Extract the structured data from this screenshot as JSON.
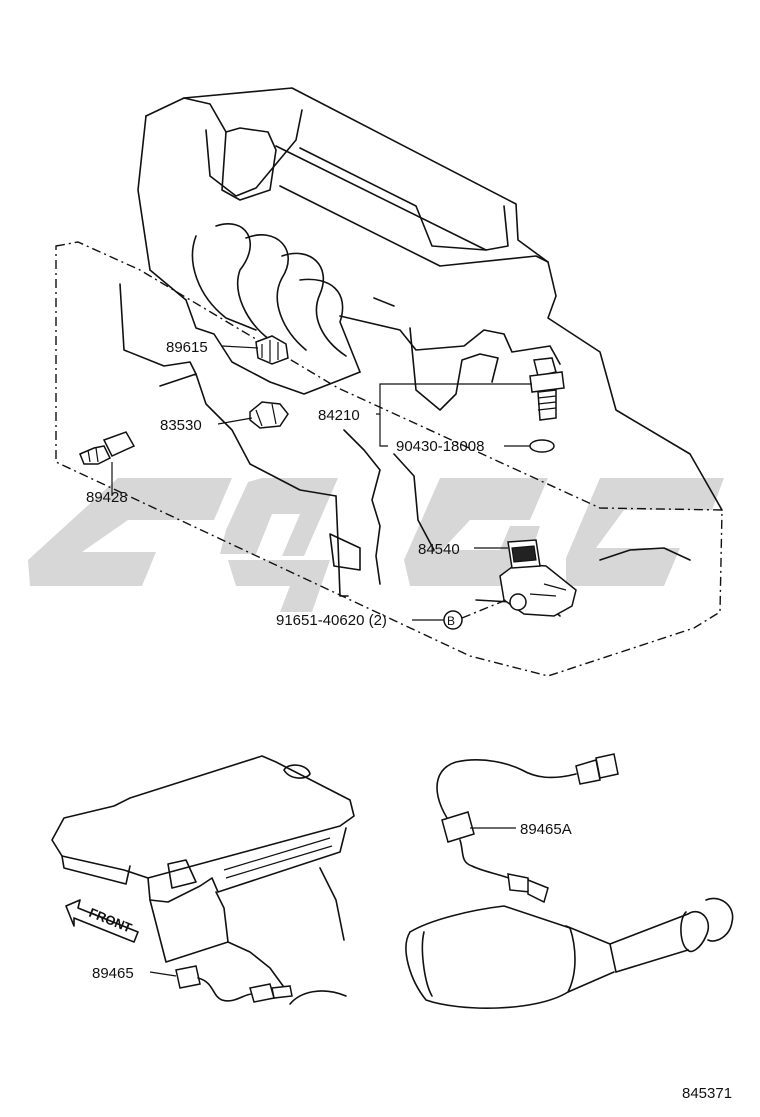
{
  "callouts": {
    "p89615": "89615",
    "p83530": "83530",
    "p84210": "84210",
    "p89428": "89428",
    "p90430": "90430-18008",
    "p84540": "84540",
    "p91651": "91651-40620 (2)",
    "p89465A": "89465A",
    "p89465": "89465"
  },
  "front_label": "FRONT",
  "bolt_marker": "B",
  "diagram_number": "845371",
  "watermark_color": "#d0d0d0"
}
